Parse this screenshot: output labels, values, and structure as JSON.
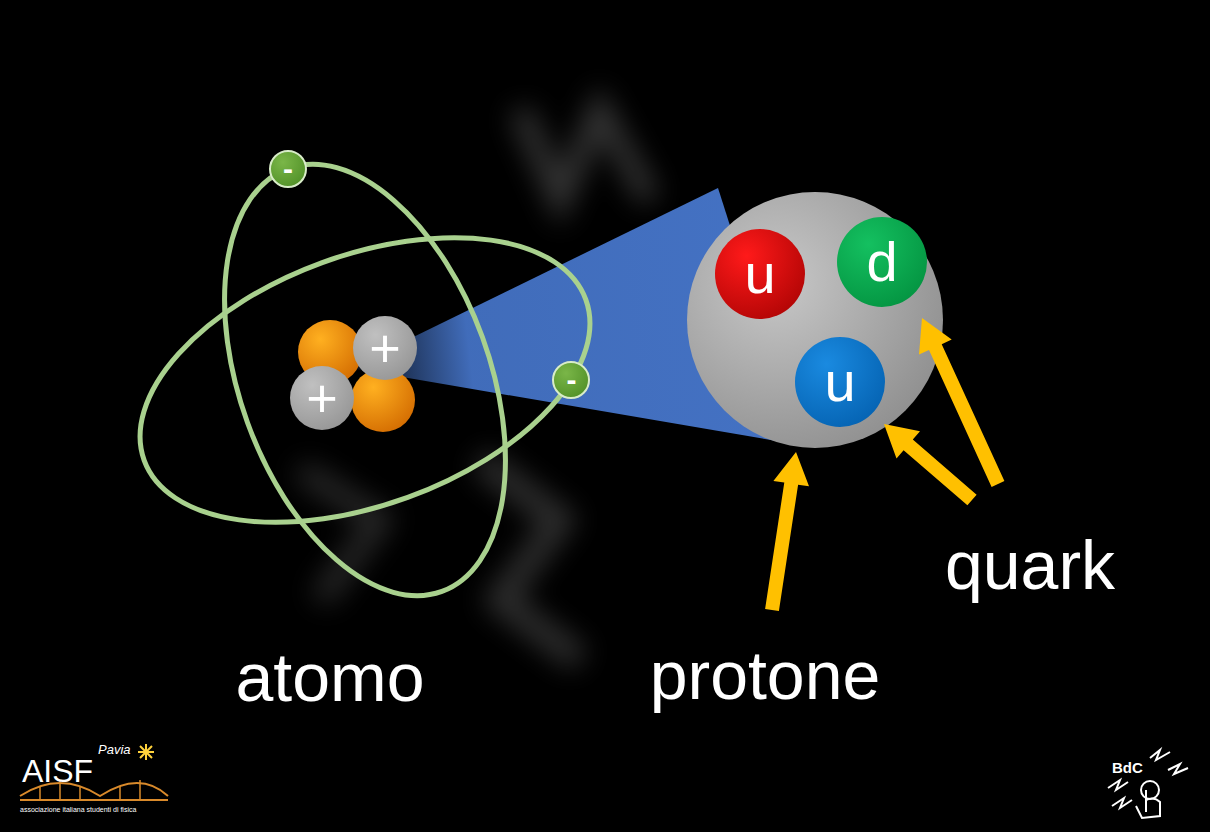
{
  "diagram": {
    "nodes": [
      {
        "text": [
          "-"
        ]
      },
      {
        "text": [
          "+"
        ]
      },
      {
        "text": [
          "+"
        ]
      },
      {
        "text": [
          "-"
        ]
      },
      {
        "text": [
          "u"
        ]
      },
      {
        "text": [
          "d"
        ]
      },
      {
        "text": [
          "u"
        ]
      }
    ],
    "labels": [
      "atomo",
      "protone",
      "quark",
      "AISF",
      "Pavia",
      "associazione italiana studenti di fisica",
      "BdC"
    ]
  }
}
